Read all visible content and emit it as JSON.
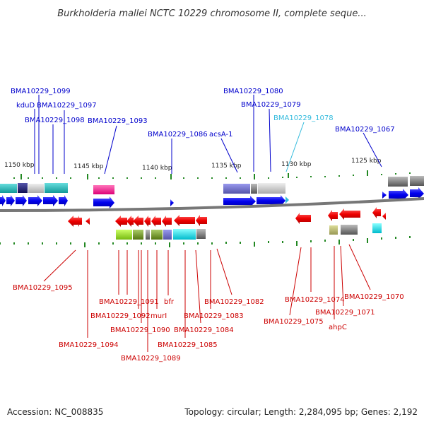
{
  "title": "Burkholderia mallei NCTC 10229 chromosome II, complete seque...",
  "footer": {
    "accession": "Accession: NC_008835",
    "summary": "Topology: circular; Length: 2,284,095 bp; Genes: 2,192"
  },
  "colors": {
    "forward_label": "#0000cc",
    "highlight_label": "#33bbdd",
    "reverse_label": "#cc0000",
    "backbone": "#777777",
    "tick": "#228822"
  },
  "scale_ticks": [
    "1150 kbp",
    "1145 kbp",
    "1140 kbp",
    "1135 kbp",
    "1130 kbp",
    "1125 kbp"
  ],
  "forward_genes": [
    "BMA10229_1099",
    "kduD",
    "BMA10229_1097",
    "BMA10229_1098",
    "BMA10229_1093",
    "BMA10229_1086",
    "acsA-1",
    "BMA10229_1080",
    "BMA10229_1079",
    "BMA10229_1078",
    "BMA10229_1067"
  ],
  "reverse_genes": [
    "BMA10229_1095",
    "BMA10229_1094",
    "BMA10229_1091",
    "BMA10229_1092",
    "BMA10229_1090",
    "BMA10229_1089",
    "murI",
    "bfr",
    "BMA10229_1085",
    "BMA10229_1084",
    "BMA10229_1083",
    "BMA10229_1082",
    "BMA10229_1075",
    "BMA10229_1074",
    "ahpC",
    "BMA10229_1071",
    "BMA10229_1070"
  ]
}
